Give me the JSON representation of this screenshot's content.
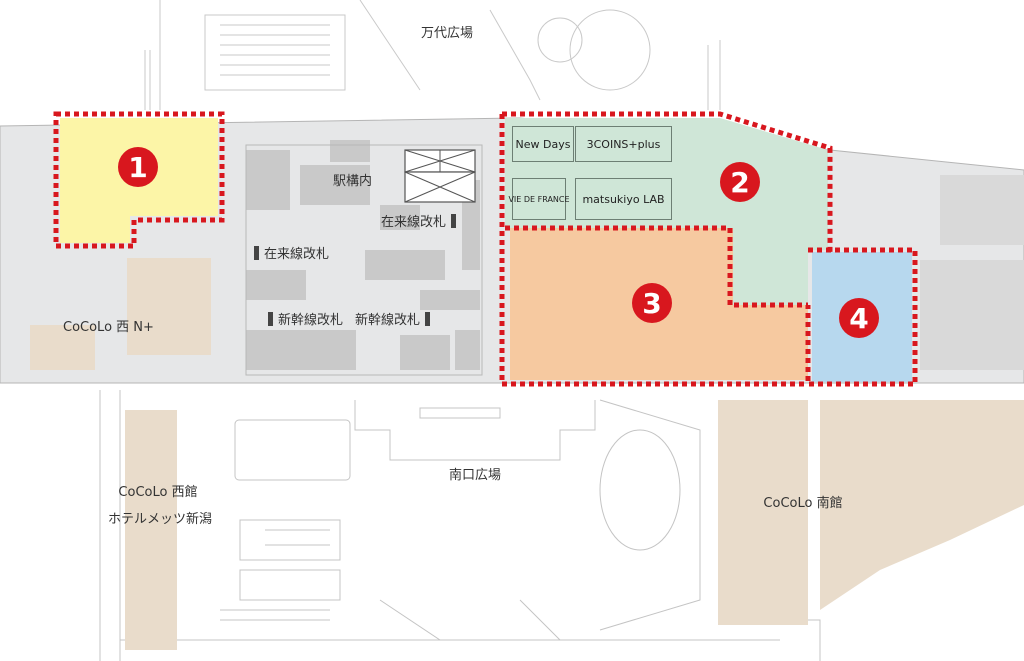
{
  "map": {
    "places": {
      "bandai": "万代広場",
      "station_inside": "駅構内",
      "zairai_gate_right": "在来線改札",
      "zairai_gate_left": "在来線改札",
      "shinkansen_gate_left": "新幹線改札",
      "shinkansen_gate_right": "新幹線改札",
      "cocolo_nishi_n": "CoCoLo 西 N+",
      "cocolo_nishikan": "CoCoLo 西館",
      "hotel": "ホテルメッツ新潟",
      "minamiguchi": "南口広場",
      "cocolo_minami": "CoCoLo 南館"
    },
    "shops": {
      "newdays": "New Days",
      "threecoins": "3COINS+plus",
      "vie": "VIE DE FRANCE",
      "matsukiyo": "matsukiyo LAB"
    },
    "areas": [
      {
        "number": "1",
        "color": "#fcf5a7"
      },
      {
        "number": "2",
        "color": "#cfe6d7"
      },
      {
        "number": "3",
        "color": "#f6c9a0"
      },
      {
        "number": "4",
        "color": "#b7d8ee"
      }
    ],
    "colors": {
      "dotted_border": "#d8171e",
      "marker": "#d8171e",
      "concourse": "#e6e7e8",
      "building_tan": "#e9dccb"
    }
  }
}
